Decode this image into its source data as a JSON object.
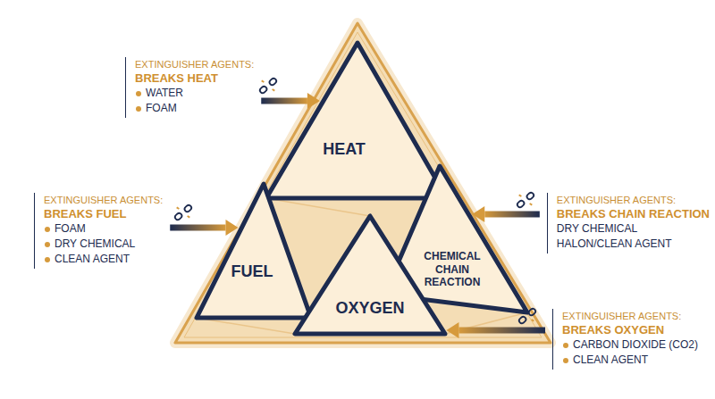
{
  "diagram": {
    "nodes": [
      {
        "text": [
          "EXTINGUISHER AGENTS:",
          "BREAKS HEAT",
          "WATER",
          "FOAM"
        ]
      },
      {
        "text": [
          "HEAT"
        ]
      },
      {
        "text": [
          "EXTINGUISHER AGENTS:",
          "BREAKS FUEL",
          "FOAM",
          "DRY CHEMICAL",
          "CLEAN AGENT"
        ]
      },
      {
        "text": [
          "FUEL"
        ]
      },
      {
        "text": [
          "EXTINGUISHER AGENTS:",
          "BREAKS CHAIN REACTION",
          "DRY CHEMICAL",
          "HALON/CLEAN AGENT"
        ]
      },
      {
        "text": [
          "CHEMICAL CHAIN REACTION"
        ]
      },
      {
        "text": [
          "OXYGEN"
        ]
      },
      {
        "text": [
          "EXTINGUISHER AGENTS:",
          "BREAKS OXYGEN",
          "CARBON DIOXIDE (CO2)",
          "CLEAN AGENT"
        ]
      }
    ],
    "edges": [
      {
        "from": 0,
        "to": 1,
        "arrow": "to"
      },
      {
        "from": 2,
        "to": 3,
        "arrow": "to"
      },
      {
        "from": 4,
        "to": 5,
        "arrow": "to"
      },
      {
        "from": 7,
        "to": 6,
        "arrow": "to"
      }
    ]
  }
}
